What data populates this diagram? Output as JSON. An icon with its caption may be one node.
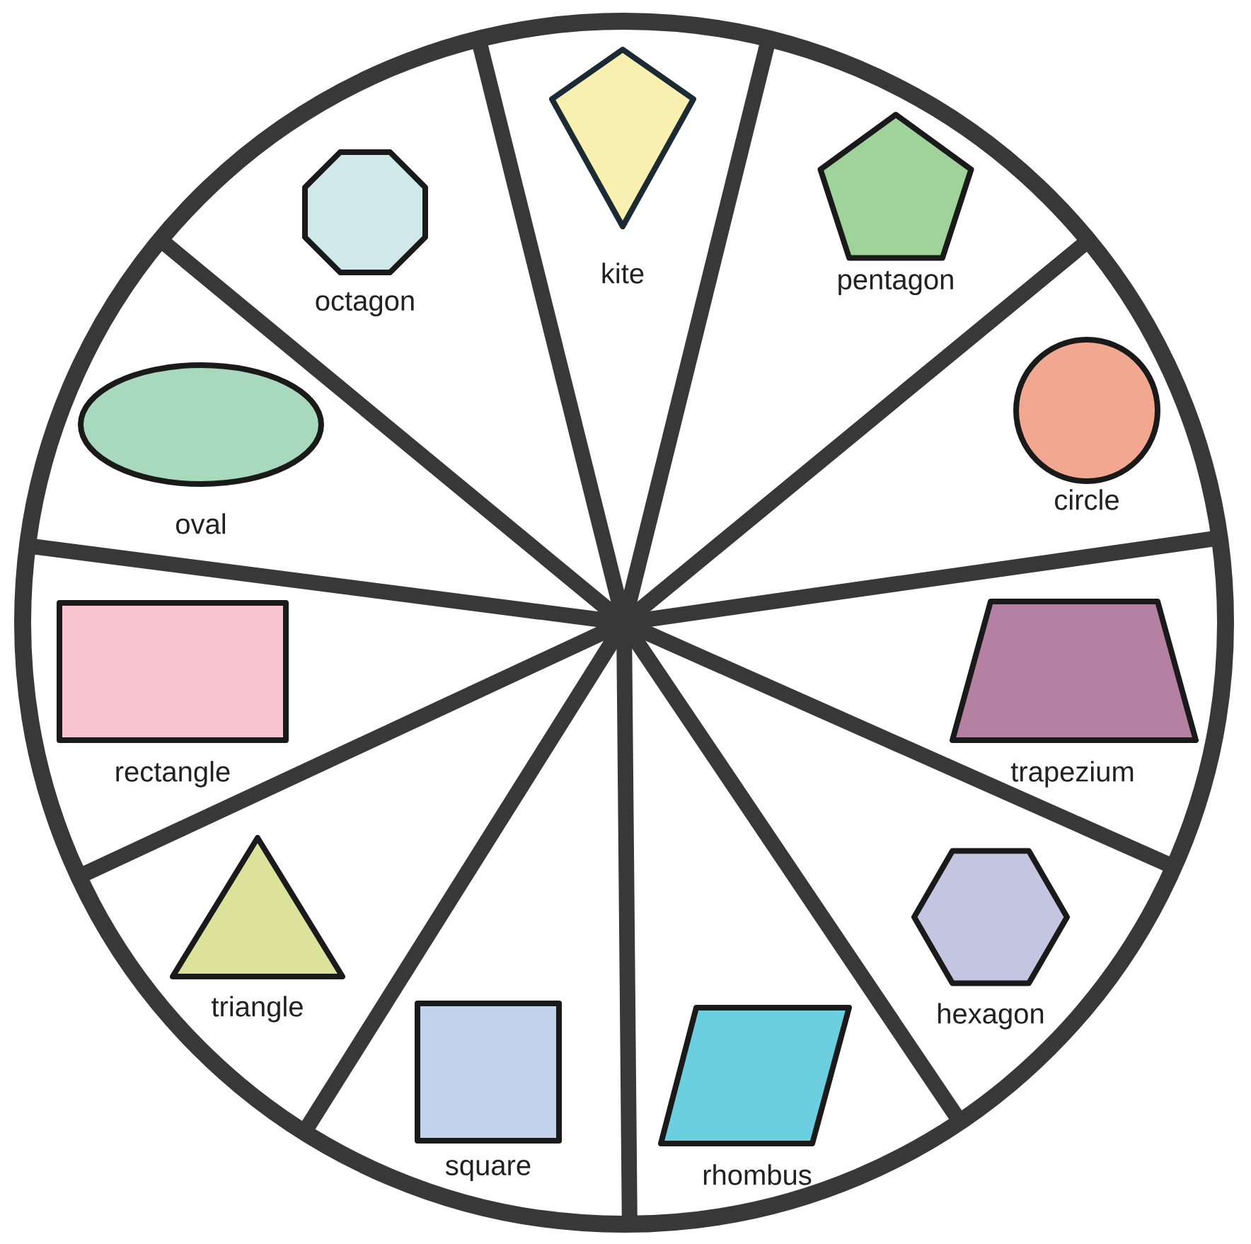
{
  "diagram": {
    "nodes": [
      {
        "text": [],
        "shape": "kite",
        "beside": [
          "kite"
        ]
      },
      {
        "text": [],
        "shape": "octagon",
        "beside": [
          "octagon"
        ]
      },
      {
        "text": [],
        "shape": "pentagon",
        "beside": [
          "pentagon"
        ]
      },
      {
        "text": [],
        "shape": "circle",
        "beside": [
          "circle"
        ]
      },
      {
        "text": [],
        "shape": "oval",
        "beside": [
          "oval"
        ]
      },
      {
        "text": [],
        "shape": "rectangle",
        "beside": [
          "rectangle"
        ]
      },
      {
        "text": [],
        "shape": "trapezium",
        "beside": [
          "trapezium"
        ]
      },
      {
        "text": [],
        "shape": "triangle",
        "beside": [
          "triangle"
        ]
      },
      {
        "text": [],
        "shape": "hexagon",
        "beside": [
          "hexagon"
        ]
      },
      {
        "text": [],
        "shape": "square",
        "beside": [
          "square"
        ]
      },
      {
        "text": [],
        "shape": "rhombus",
        "beside": [
          "rhombus"
        ]
      }
    ]
  }
}
